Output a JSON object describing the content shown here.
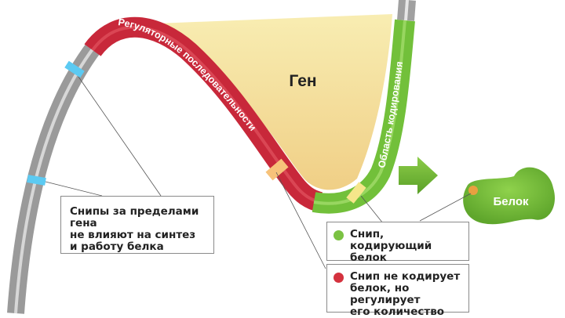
{
  "diagram": {
    "title": "Ген",
    "regulatory_label": "Регуляторные последовательности",
    "coding_label": "Область кодирования",
    "protein_label": "Белок",
    "colors": {
      "dna_gray": "#a9a9a9",
      "regulatory_red": "#c8283a",
      "coding_green": "#72c03a",
      "gene_area": "#f5e3a0",
      "snp_outside": "#56c8f0",
      "snp_regulatory": "#f7c27a",
      "snp_coding": "#f5e68a",
      "protein_dot": "#e8a040",
      "arrow_green": "#6cb52f"
    }
  },
  "callouts": {
    "outside_gene": "Снипы за пределами гена\nне влияют на синтез\nи работу белка",
    "coding_snp": "Снип, кодирующий\nбелок",
    "regulatory_snp": "Снип не кодирует\nбелок, но регулирует\nего количество"
  },
  "legend": {
    "coding_dot_color": "#7bc243",
    "regulatory_dot_color": "#d4323e"
  }
}
